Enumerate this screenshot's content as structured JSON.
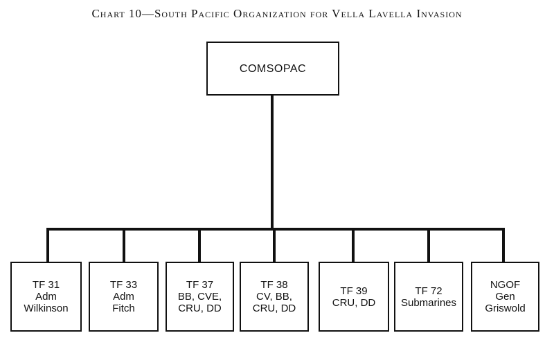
{
  "title": "Chart 10—South Pacific Organization for Vella Lavella Invasion",
  "root": {
    "label": "COMSOPAC"
  },
  "children": [
    {
      "lines": [
        "TF 31",
        "Adm",
        "Wilkinson"
      ]
    },
    {
      "lines": [
        "TF 33",
        "Adm",
        "Fitch"
      ]
    },
    {
      "lines": [
        "TF 37",
        "BB, CVE,",
        "CRU, DD"
      ]
    },
    {
      "lines": [
        "TF 38",
        "CV, BB,",
        "CRU, DD"
      ]
    },
    {
      "lines": [
        "TF 39",
        "CRU, DD"
      ]
    },
    {
      "lines": [
        "TF 72",
        "Submarines"
      ]
    },
    {
      "lines": [
        "NGOF",
        "Gen",
        "Griswold"
      ]
    }
  ]
}
